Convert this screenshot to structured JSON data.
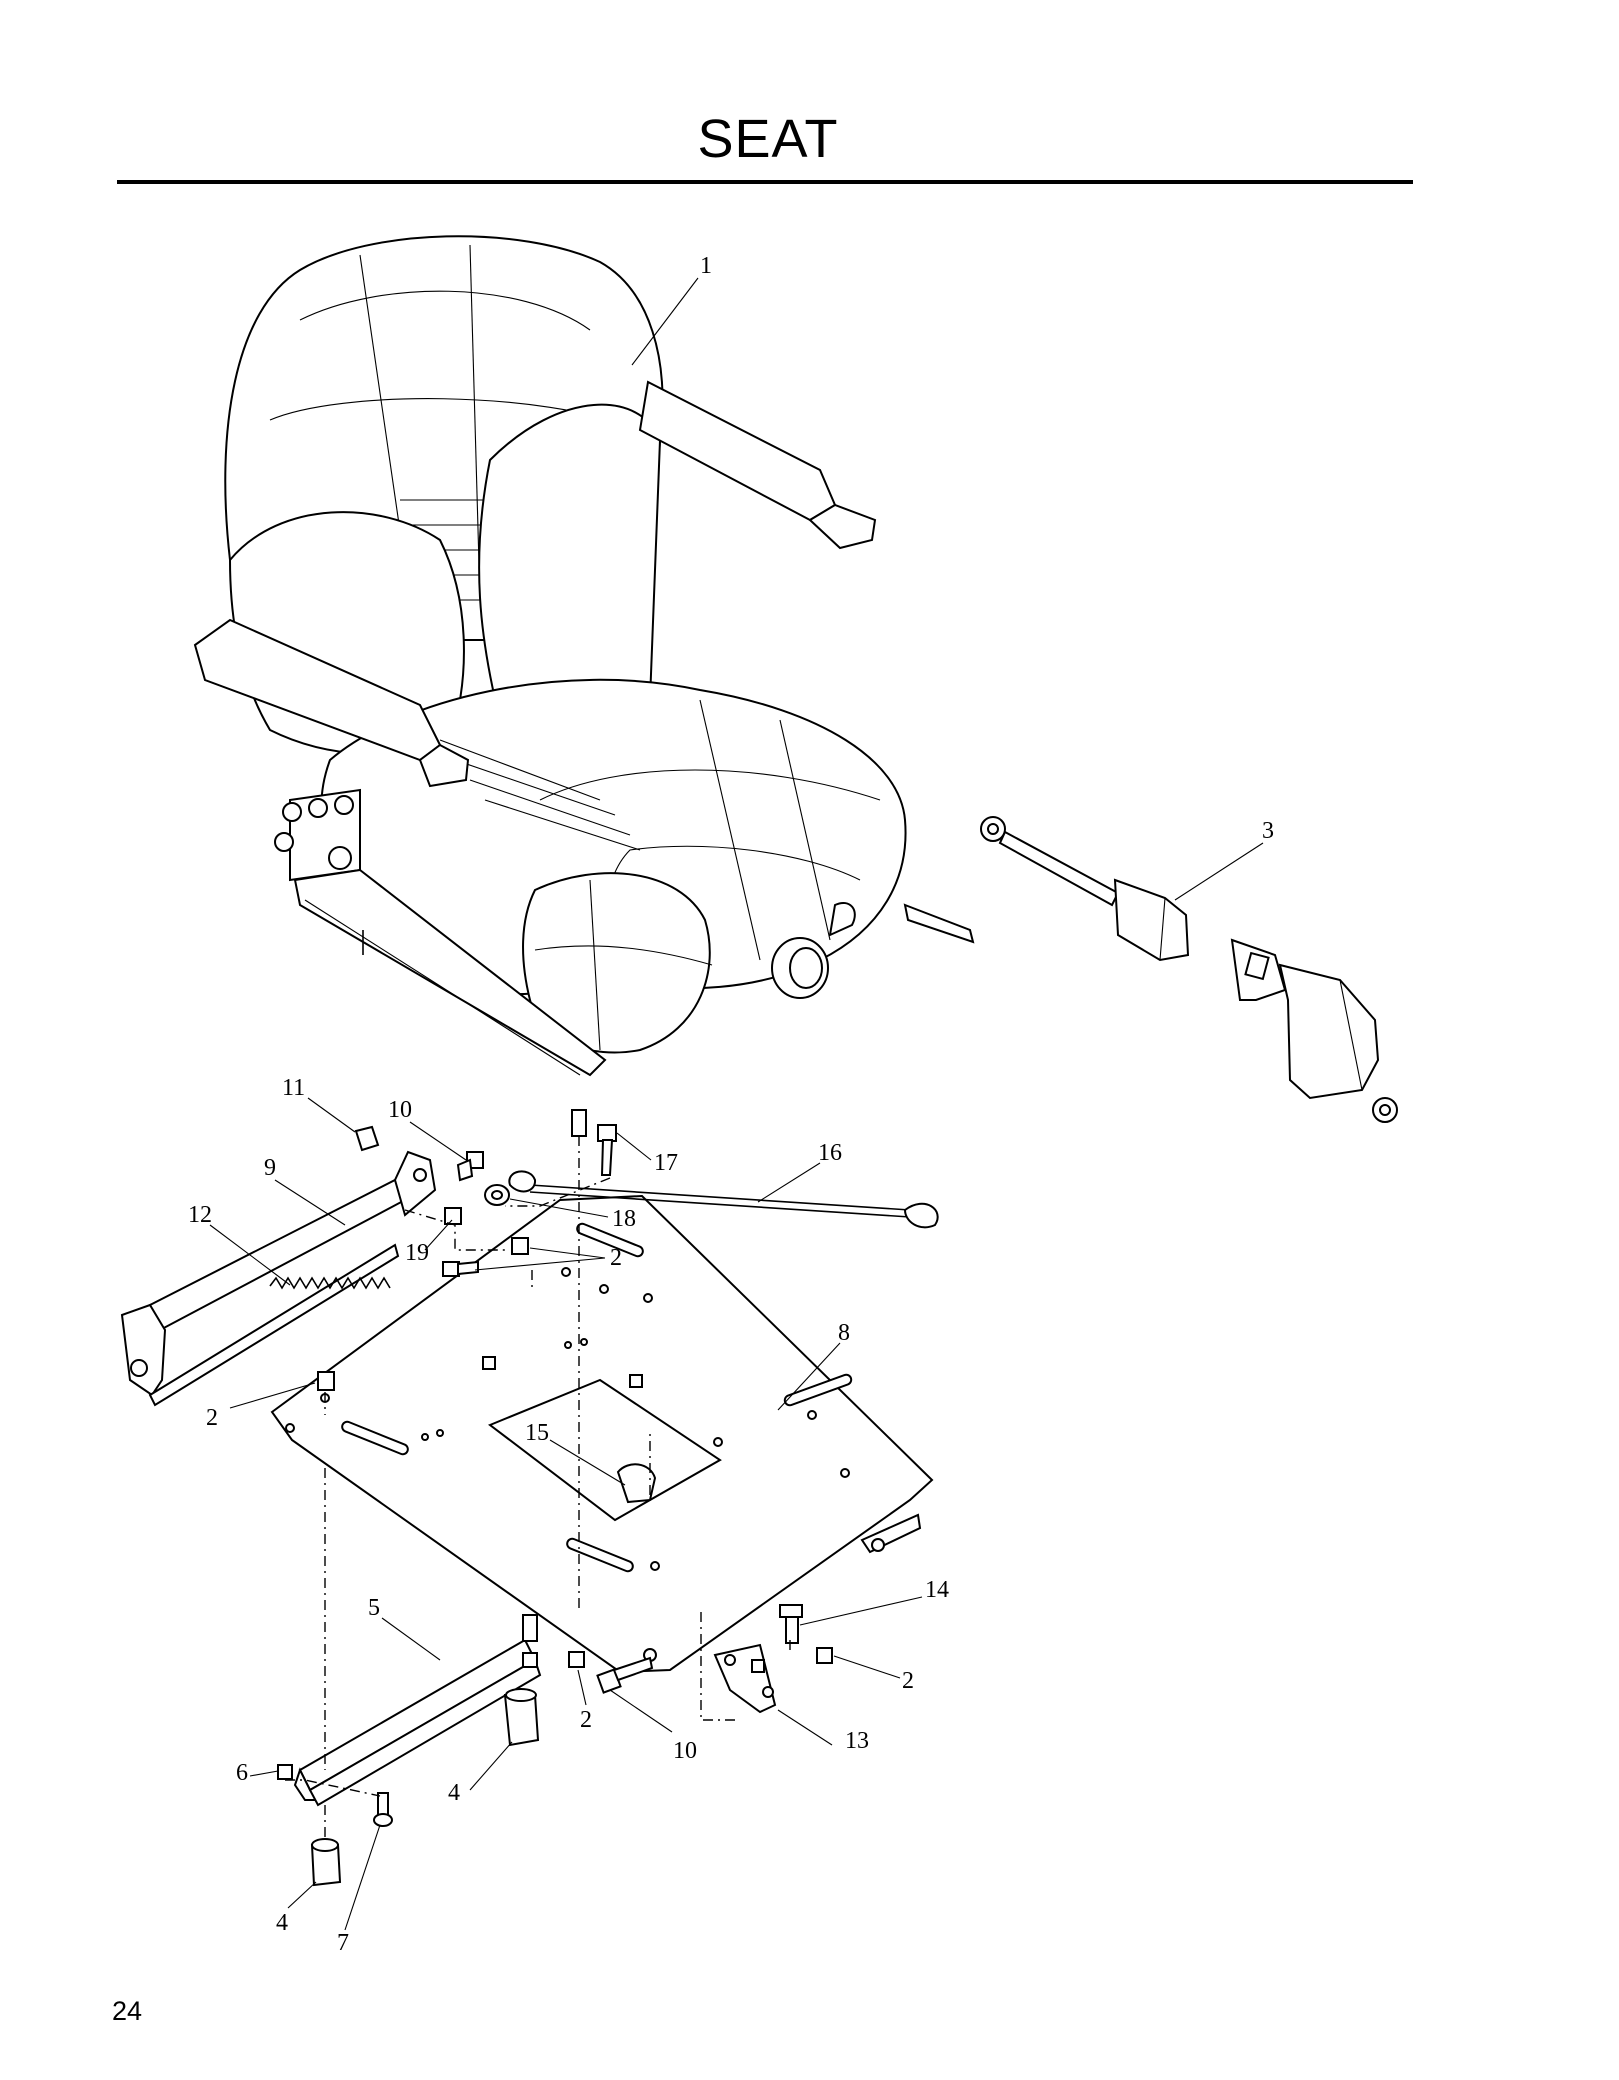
{
  "page": {
    "title": "SEAT",
    "page_number": "24"
  },
  "diagram": {
    "callouts": [
      {
        "id": "c1",
        "label": "1"
      },
      {
        "id": "c3",
        "label": "3"
      },
      {
        "id": "c11",
        "label": "11"
      },
      {
        "id": "c10a",
        "label": "10"
      },
      {
        "id": "c17",
        "label": "17"
      },
      {
        "id": "c16",
        "label": "16"
      },
      {
        "id": "c9",
        "label": "9"
      },
      {
        "id": "c18",
        "label": "18"
      },
      {
        "id": "c12",
        "label": "12"
      },
      {
        "id": "c19",
        "label": "19"
      },
      {
        "id": "c2a",
        "label": "2"
      },
      {
        "id": "c8",
        "label": "8"
      },
      {
        "id": "c2b",
        "label": "2"
      },
      {
        "id": "c15",
        "label": "15"
      },
      {
        "id": "c14",
        "label": "14"
      },
      {
        "id": "c5",
        "label": "5"
      },
      {
        "id": "c2c",
        "label": "2"
      },
      {
        "id": "c2d",
        "label": "2"
      },
      {
        "id": "c10b",
        "label": "10"
      },
      {
        "id": "c13",
        "label": "13"
      },
      {
        "id": "c6",
        "label": "6"
      },
      {
        "id": "c4a",
        "label": "4"
      },
      {
        "id": "c4b",
        "label": "4"
      },
      {
        "id": "c7",
        "label": "7"
      }
    ]
  }
}
